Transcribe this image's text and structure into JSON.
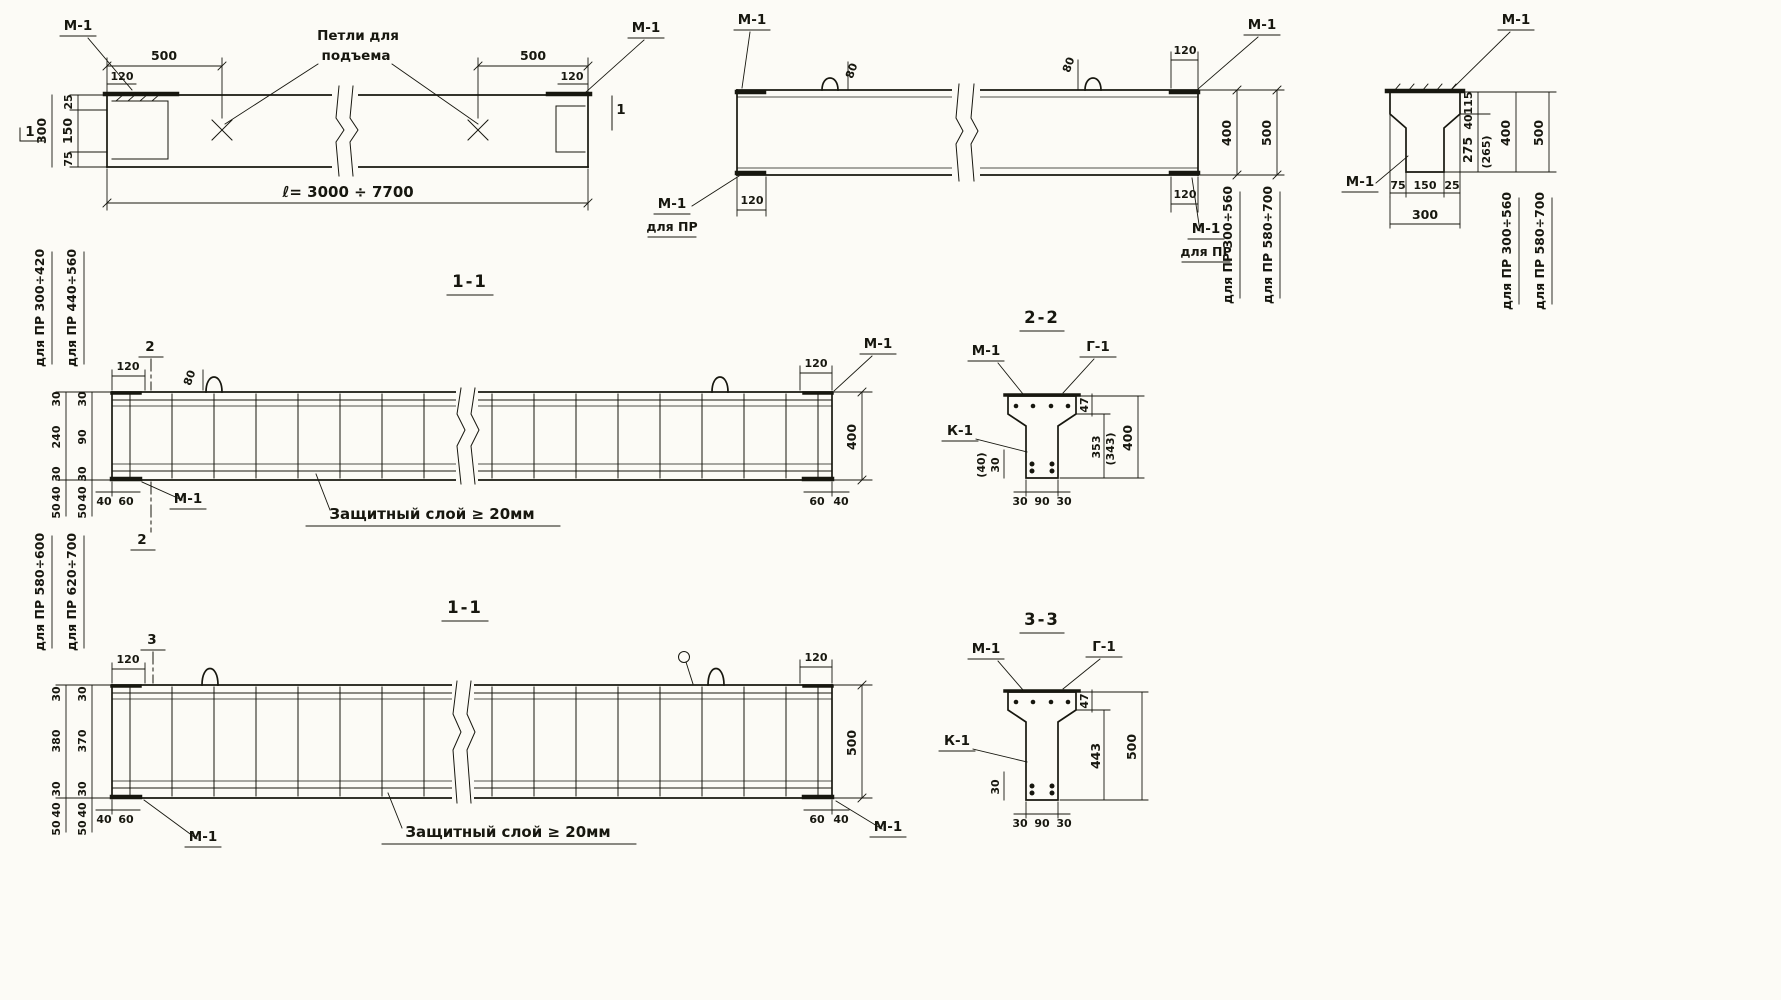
{
  "canvas": {
    "ink": "#17170f",
    "bg": "#fcfbf6"
  },
  "plan": {
    "m1_left": "М-1",
    "m1_right": "М-1",
    "dim_500_left": "500",
    "dim_120_left": "120",
    "dim_500_right": "500",
    "dim_120_right": "120",
    "lift_label_1": "Петли для",
    "lift_label_2": "подъема",
    "dim_25": "25",
    "dim_150": "150",
    "dim_75": "75",
    "dim_300": "300",
    "dim_length": "ℓ= 3000 ÷ 7700",
    "mark_left": "1",
    "mark_right": "1"
  },
  "elev": {
    "m1_tl": "М-1",
    "m1_tr": "М-1",
    "m1_bl": "М-1",
    "m1_bl_sub": "для ПР",
    "m1_br": "М-1",
    "m1_br_sub": "для ПР",
    "dim_80_l": "80",
    "dim_80_r": "80",
    "dim_120_tr": "120",
    "dim_120_bl": "120",
    "dim_120_br": "120",
    "dim_400": "400",
    "dim_500": "500",
    "range1": "для ПР 300÷560",
    "range2": "для ПР 580÷700"
  },
  "xsec": {
    "m1_top": "М-1",
    "m1_left": "М-1",
    "dim_115": "115",
    "dim_40": "40",
    "dim_275": "275",
    "dim_265": "(265)",
    "dim_400": "400",
    "dim_500": "500",
    "dim_75": "75",
    "dim_150": "150",
    "dim_25": "25",
    "dim_300": "300",
    "range1": "для ПР 300÷560",
    "range2": "для ПР 580÷700"
  },
  "sec_top": {
    "title": "1-1",
    "mark_top": "2",
    "mark_bottom": "2",
    "dim_120_l": "120",
    "dim_80": "80",
    "dim_120_r": "120",
    "m1_tr": "М-1",
    "dim_400": "400",
    "m1_bl": "М-1",
    "note": "Защитный слой ≥ 20мм",
    "dim_40_l": "40",
    "dim_60_l": "60",
    "dim_60_r": "60",
    "dim_40_r": "40",
    "range1": "для ПР 300÷420",
    "range2": "для ПР 440÷560",
    "col1": [
      "30",
      "240",
      "30",
      "40",
      "50"
    ],
    "col2": [
      "30",
      "90",
      "30",
      "40",
      "50"
    ]
  },
  "sec22": {
    "title": "2-2",
    "m1": "М-1",
    "g1": "Г-1",
    "k1": "К-1",
    "dim_47": "47",
    "dim_353": "353",
    "dim_343": "(343)",
    "dim_400": "400",
    "dim_30_l": "30",
    "dim_40_alt": "(40)",
    "bot": [
      "30",
      "90",
      "30"
    ]
  },
  "sec_bot": {
    "title": "1-1",
    "mark_top": "3",
    "dim_120_l": "120",
    "dim_120_r": "120",
    "dim_500": "500",
    "m1_bl": "М-1",
    "m1_br": "М-1",
    "note": "Защитный слой ≥ 20мм",
    "dim_40_l": "40",
    "dim_60_l": "60",
    "dim_60_r": "60",
    "dim_40_r": "40",
    "range1": "для ПР 580÷600",
    "range2": "для ПР 620÷700",
    "col1": [
      "30",
      "380",
      "30",
      "40",
      "50"
    ],
    "col2": [
      "30",
      "370",
      "30",
      "40",
      "50"
    ]
  },
  "sec33": {
    "title": "3-3",
    "m1": "М-1",
    "g1": "Г-1",
    "k1": "К-1",
    "dim_47": "47",
    "dim_443": "443",
    "dim_500": "500",
    "dim_30_l": "30",
    "bot": [
      "30",
      "90",
      "30"
    ]
  }
}
